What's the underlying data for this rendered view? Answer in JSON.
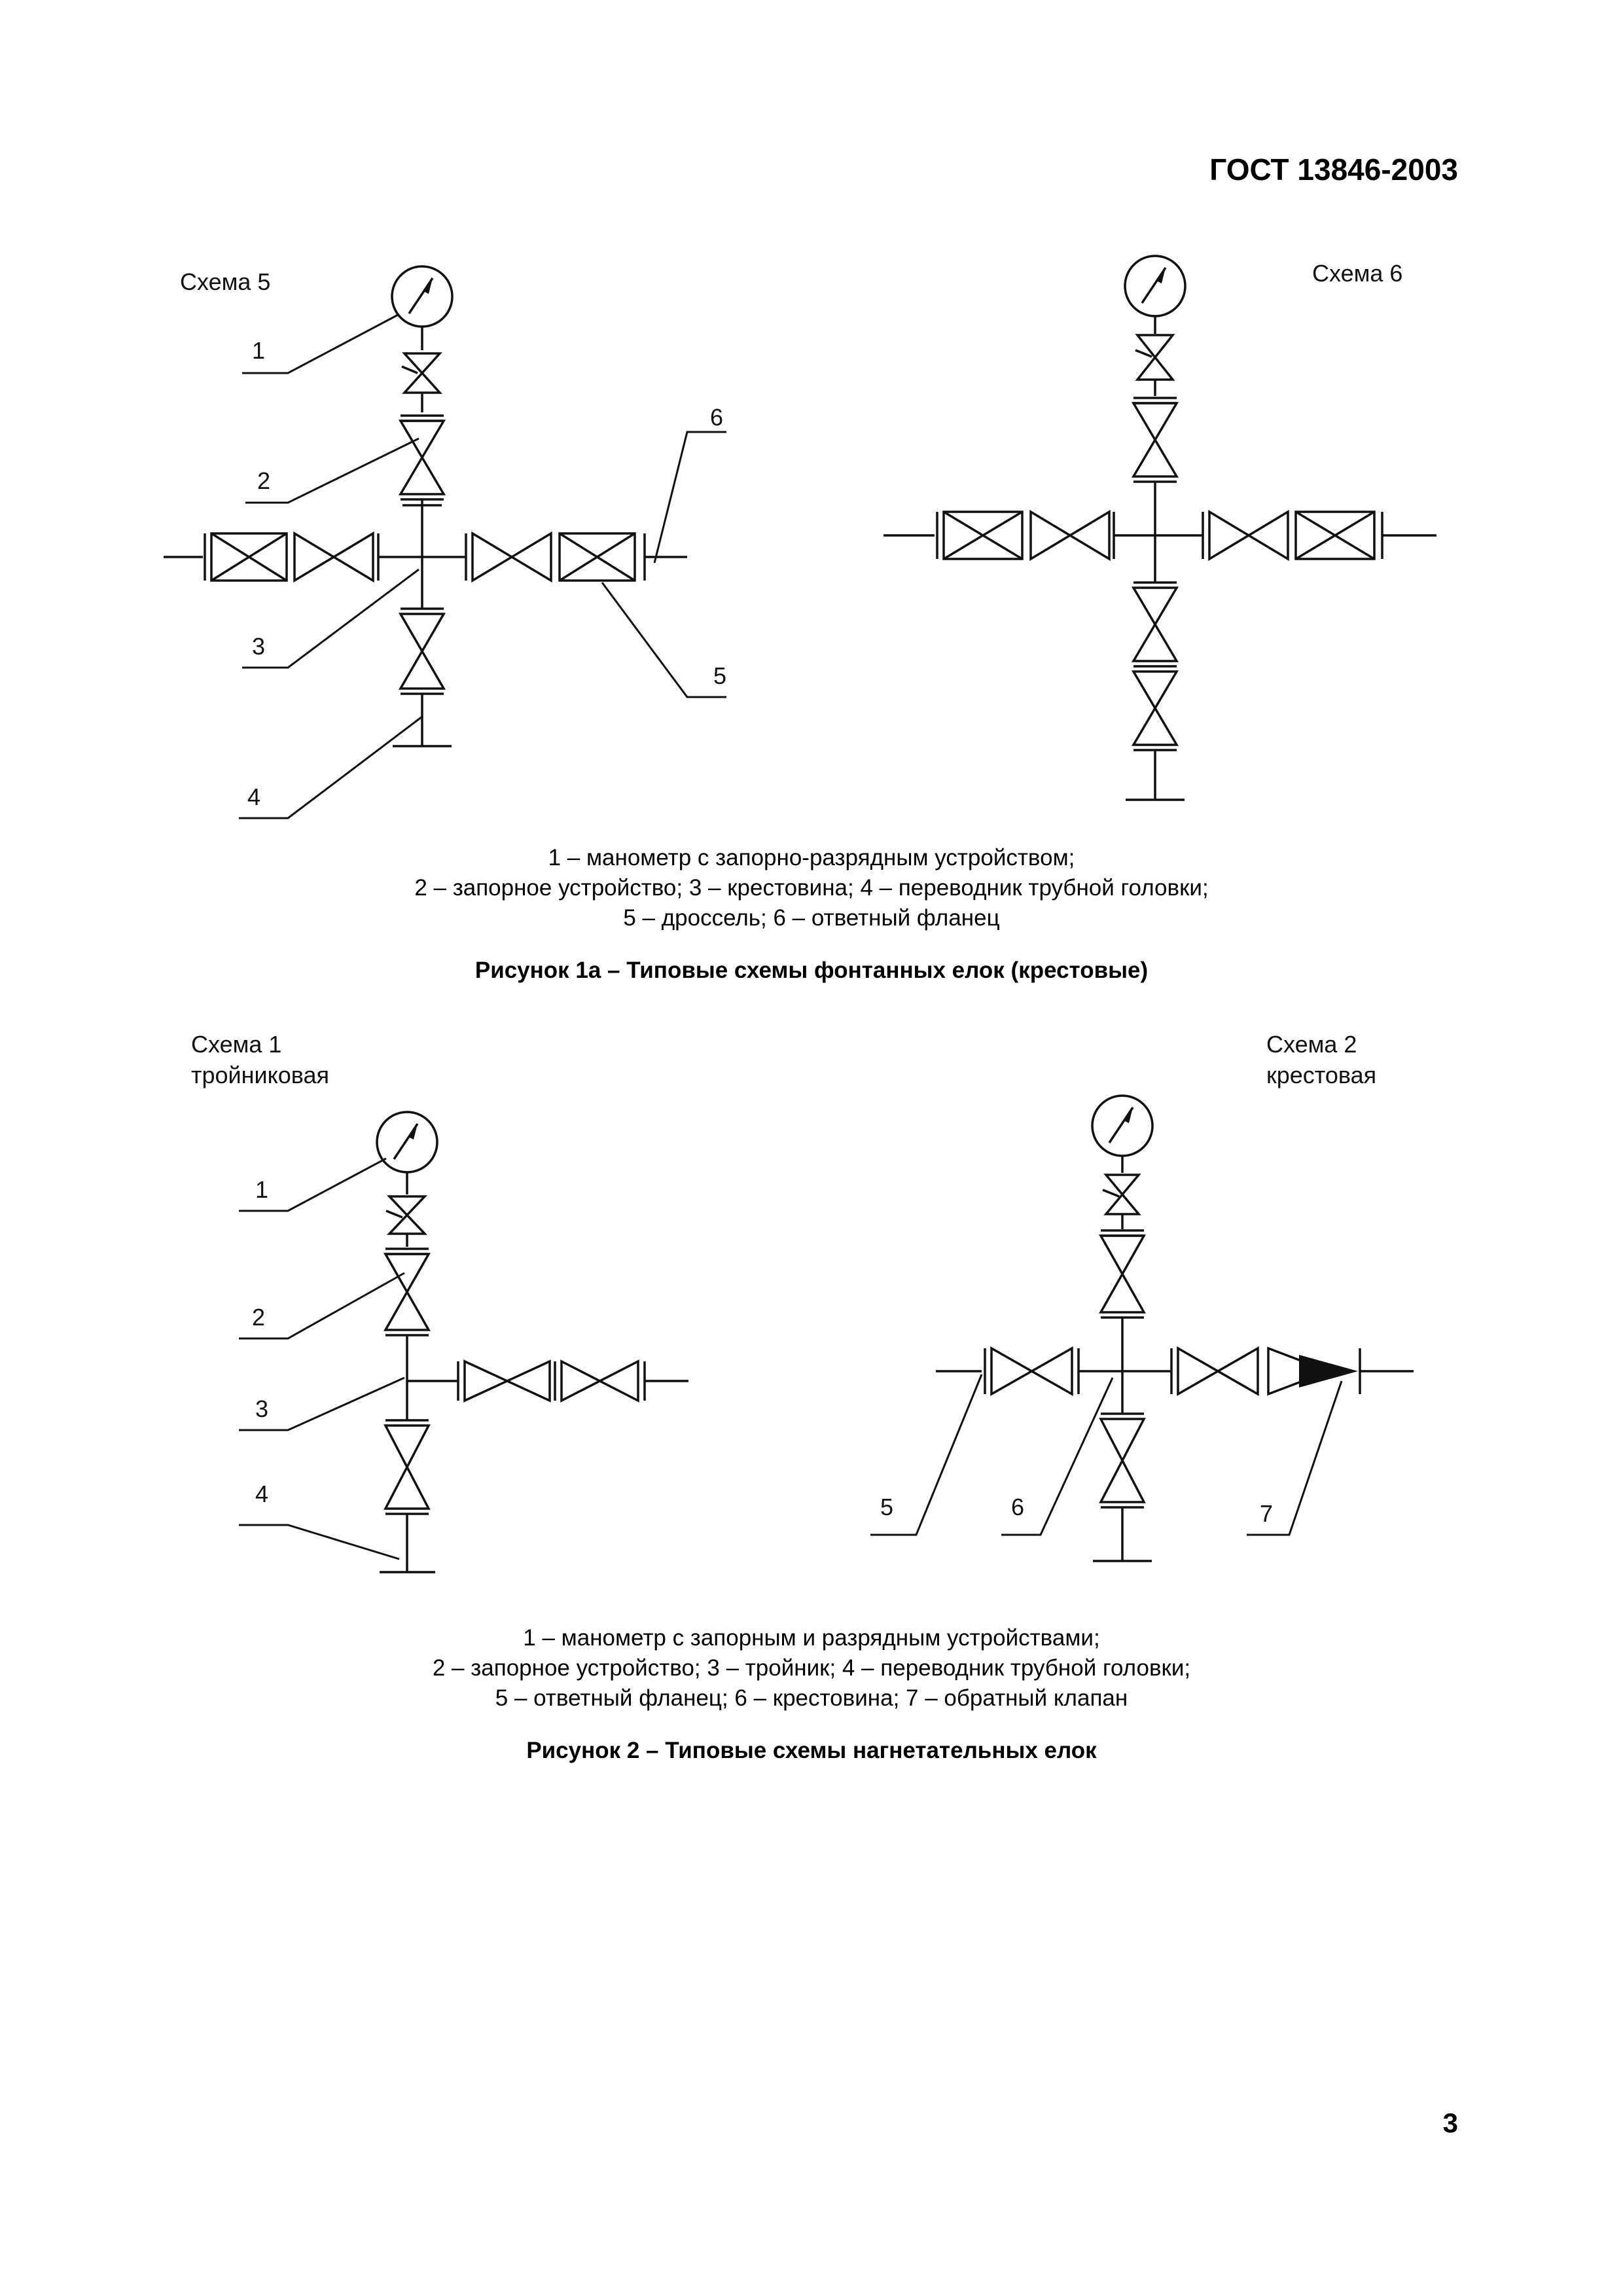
{
  "header": {
    "standard": "ГОСТ 13846-2003"
  },
  "figure1a": {
    "scheme_left": "Схема 5",
    "scheme_right": "Схема 6",
    "callouts": [
      "1",
      "2",
      "3",
      "4",
      "5",
      "6"
    ],
    "legend": [
      "1 – манометр с запорно-разрядным устройством;",
      "2 – запорное устройство; 3 – крестовина; 4 – переводник трубной головки;",
      "5 – дроссель; 6 – ответный фланец"
    ],
    "title": "Рисунок 1а – Типовые схемы фонтанных елок (крестовые)"
  },
  "figure2": {
    "scheme_left_line1": "Схема 1",
    "scheme_left_line2": "тройниковая",
    "scheme_right_line1": "Схема 2",
    "scheme_right_line2": "крестовая",
    "callouts": [
      "1",
      "2",
      "3",
      "4",
      "5",
      "6",
      "7"
    ],
    "legend": [
      "1 – манометр с запорным и разрядным устройствами;",
      "2 – запорное устройство; 3 – тройник; 4 – переводник трубной головки;",
      "5 – ответный фланец; 6 – крестовина; 7 – обратный клапан"
    ],
    "title": "Рисунок 2 – Типовые схемы нагнетательных елок"
  },
  "footer": {
    "page_number": "3"
  }
}
